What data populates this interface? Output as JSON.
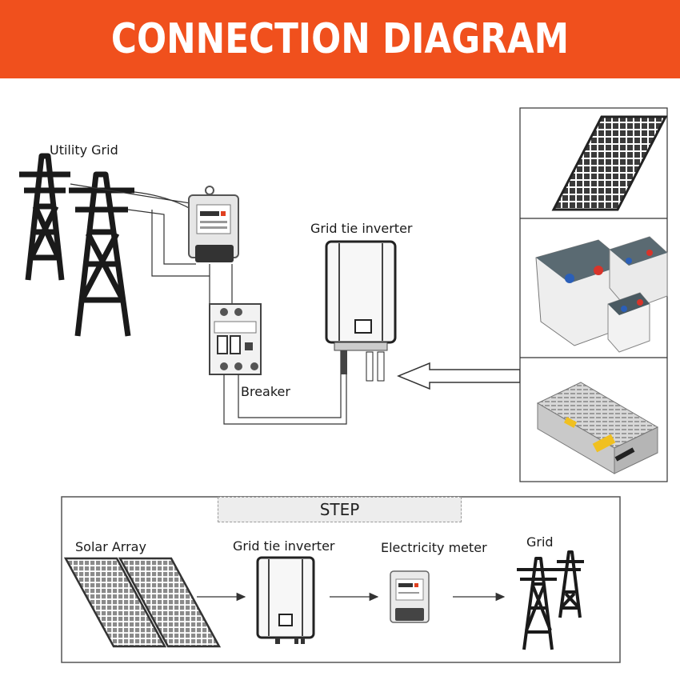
{
  "header": {
    "title": "CONNECTION DIAGRAM",
    "color": "#f0501d"
  },
  "diagram": {
    "utility_grid_label": "Utility Grid",
    "inverter_label": "Grid tie inverter",
    "breaker_label": "Breaker",
    "sources": [
      {
        "icon": "solar-panel-icon"
      },
      {
        "icon": "battery-icon"
      },
      {
        "icon": "power-supply-icon"
      }
    ]
  },
  "steps": {
    "banner": "STEP",
    "items": [
      {
        "label": "Solar Array",
        "icon": "solar-array-icon"
      },
      {
        "label": "Grid tie inverter",
        "icon": "inverter-icon"
      },
      {
        "label": "Electricity meter",
        "icon": "electricity-meter-icon"
      },
      {
        "label": "Grid",
        "icon": "grid-tower-icon"
      }
    ]
  }
}
